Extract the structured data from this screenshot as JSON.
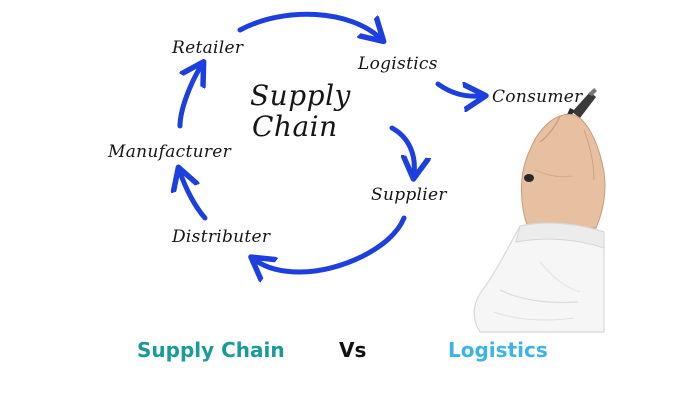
{
  "diagram": {
    "center_title_line1": "Supply",
    "center_title_line2": "Chain",
    "nodes": {
      "retailer": "Retailer",
      "logistics": "Logistics",
      "consumer": "Consumer",
      "manufacturer": "Manufacturer",
      "supplier": "Supplier",
      "distributer": "Distributer"
    },
    "arrow_color": "#1c3fe0"
  },
  "caption": {
    "left": "Supply Chain",
    "middle": "Vs",
    "right": "Logistics",
    "left_color": "#1a9a9a",
    "middle_color": "#111111",
    "right_color": "#3db4e6"
  }
}
